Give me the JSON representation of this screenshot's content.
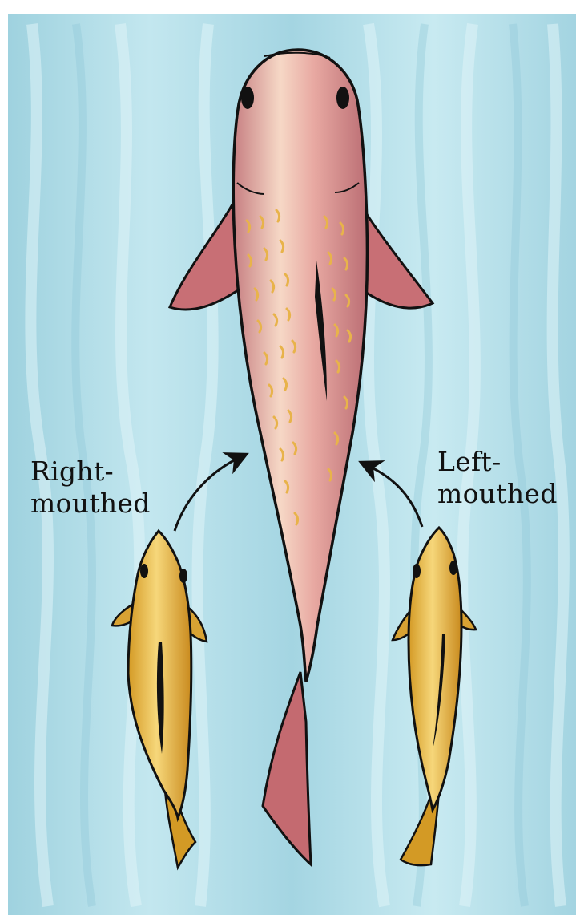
{
  "labels": {
    "right_mouthed": [
      "Right-",
      "mouthed"
    ],
    "left_mouthed": [
      "Left-",
      "mouthed"
    ]
  },
  "colors": {
    "water": "#a9d8e4",
    "water_light": "#c9ebf2",
    "prey_fish_body": "#e6b53c",
    "predator_fish_body": "#d98f8a",
    "predator_fish_fin": "#c46a6f",
    "outline": "#111111"
  }
}
